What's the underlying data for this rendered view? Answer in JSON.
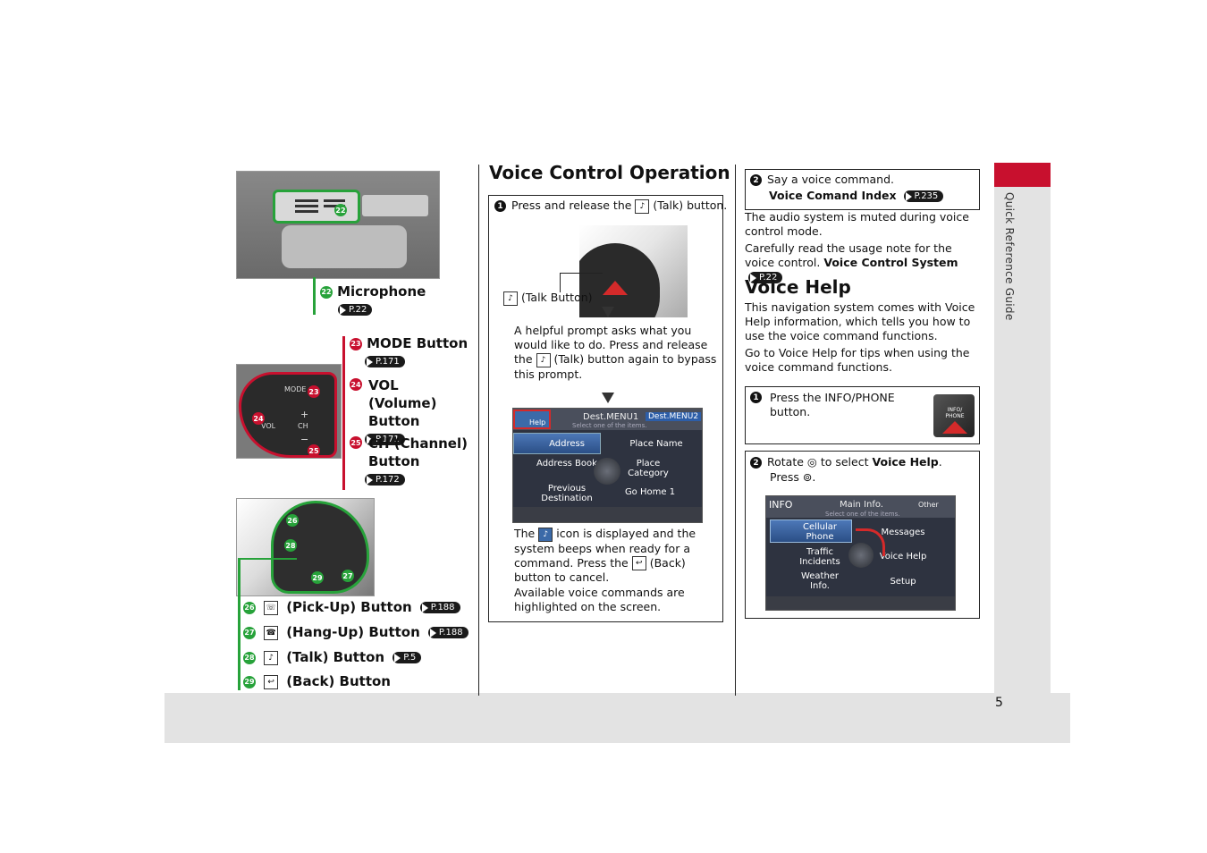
{
  "side_tab": "Quick Reference Guide",
  "page_number": "5",
  "left": {
    "items": [
      {
        "num": "22",
        "label": "Microphone",
        "ref": "P.22"
      },
      {
        "num": "23",
        "label": "MODE Button",
        "ref": "P.171"
      },
      {
        "num": "24",
        "label": "VOL (Volume) Button",
        "ref": "P.171"
      },
      {
        "num": "25",
        "label": "CH (Channel) Button",
        "ref": "P.172"
      },
      {
        "num": "26",
        "label": "(Pick-Up) Button",
        "ref": "P.188"
      },
      {
        "num": "27",
        "label": "(Hang-Up) Button",
        "ref": "P.188"
      },
      {
        "num": "28",
        "label": "(Talk) Button",
        "ref": "P.5"
      },
      {
        "num": "29",
        "label": "(Back) Button",
        "ref": ""
      }
    ],
    "wheel_labels": {
      "mode": "MODE",
      "vol": "VOL",
      "ch": "CH",
      "plus": "+",
      "minus": "−"
    }
  },
  "middle": {
    "title": "Voice Control Operation",
    "step1_num": "1",
    "step1_pre": "Press and release the",
    "step1_post": "(Talk) button.",
    "talk_callout": "(Talk Button)",
    "prompt_text_1": "A helpful prompt asks what you would like to do. Press and release the",
    "prompt_text_2": "(Talk) button again to bypass this prompt.",
    "screen1": {
      "help": "Help",
      "tab1": "Dest.MENU1",
      "tab2": "Dest.MENU2",
      "sub": "Select one of the items.",
      "buttons": [
        "Address",
        "Place Name",
        "Address Book",
        "Place Category",
        "Previous Destination",
        "Go Home 1"
      ]
    },
    "icon_text_pre": "The",
    "icon_text_post": "icon is displayed and the system beeps when ready for a command. Press the",
    "icon_text_end": "(Back) button to cancel.",
    "available_text": "Available voice commands are highlighted on the screen."
  },
  "right": {
    "step2_num": "2",
    "step2_text": "Say a voice command.",
    "voice_index_label": "Voice Comand Index",
    "voice_index_ref": "P.235",
    "muted_text": "The audio system is muted during voice control mode.",
    "usage_text": "Carefully read the usage note for the voice control.",
    "vcs_label": "Voice Control System",
    "vcs_ref": "P.22",
    "help_title": "Voice Help",
    "help_text1": "This navigation system comes with Voice Help information, which tells you how to use the voice command functions.",
    "help_text2": "Go to Voice Help for tips when using the voice command functions.",
    "box1_num": "1",
    "box1_text": "Press the INFO/PHONE button.",
    "info_btn_label": "INFO/ PHONE",
    "box2_num": "2",
    "box2_pre": "Rotate",
    "box2_mid": "to select",
    "box2_bold": "Voice Help",
    "box2_press": "Press",
    "screen2": {
      "info": "INFO",
      "tab1": "Main Info.",
      "tab2": "Other",
      "sub": "Select one of the items.",
      "buttons": [
        "Cellular Phone",
        "Messages",
        "Traffic Incidents",
        "Voice Help",
        "Weather Info.",
        "Setup"
      ]
    }
  },
  "colors": {
    "accent_red": "#c8102e",
    "accent_green": "#27a23a",
    "footer_gray": "#e3e3e3"
  }
}
